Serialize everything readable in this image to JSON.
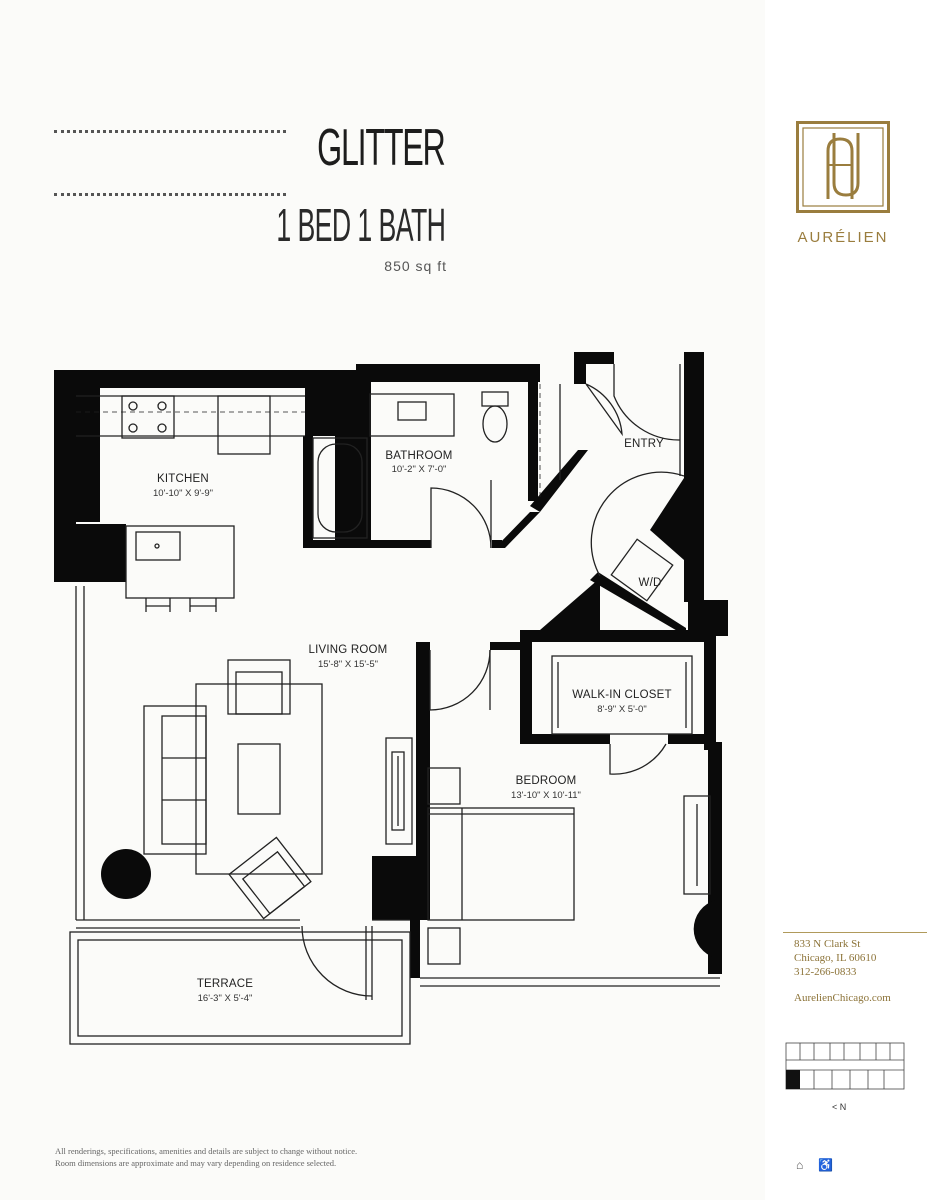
{
  "unit": {
    "name": "GLITTER",
    "layout": "1 BED 1 BATH",
    "area": "850 sq ft"
  },
  "brand": {
    "name": "AURÉLIEN",
    "color": "#9a7d3e"
  },
  "contact": {
    "address_line1": "833 N Clark St",
    "address_line2": "Chicago, IL 60610",
    "phone": "312-266-0833",
    "website": "AurelienChicago.com"
  },
  "rooms": {
    "kitchen": {
      "name": "KITCHEN",
      "dims": "10'-10\" X 9'-9\""
    },
    "bathroom": {
      "name": "BATHROOM",
      "dims": "10'-2\" X 7'-0\""
    },
    "entry": {
      "name": "ENTRY"
    },
    "wd": {
      "name": "W/D"
    },
    "living": {
      "name": "LIVING ROOM",
      "dims": "15'-8\" X 15'-5\""
    },
    "closet": {
      "name": "WALK-IN CLOSET",
      "dims": "8'-9\" X 5'-0\""
    },
    "bedroom": {
      "name": "BEDROOM",
      "dims": "13'-10\" X 10'-11\""
    },
    "terrace": {
      "name": "TERRACE",
      "dims": "16'-3\" X 5'-4\""
    }
  },
  "key_plan": {
    "north_label": "< N"
  },
  "disclaimer": {
    "line1": "All renderings, specifications, amenities and details are subject to change without notice.",
    "line2": "Room dimensions are approximate and may vary depending on residence selected."
  },
  "icons": [
    "equal-housing-icon",
    "accessibility-icon"
  ]
}
